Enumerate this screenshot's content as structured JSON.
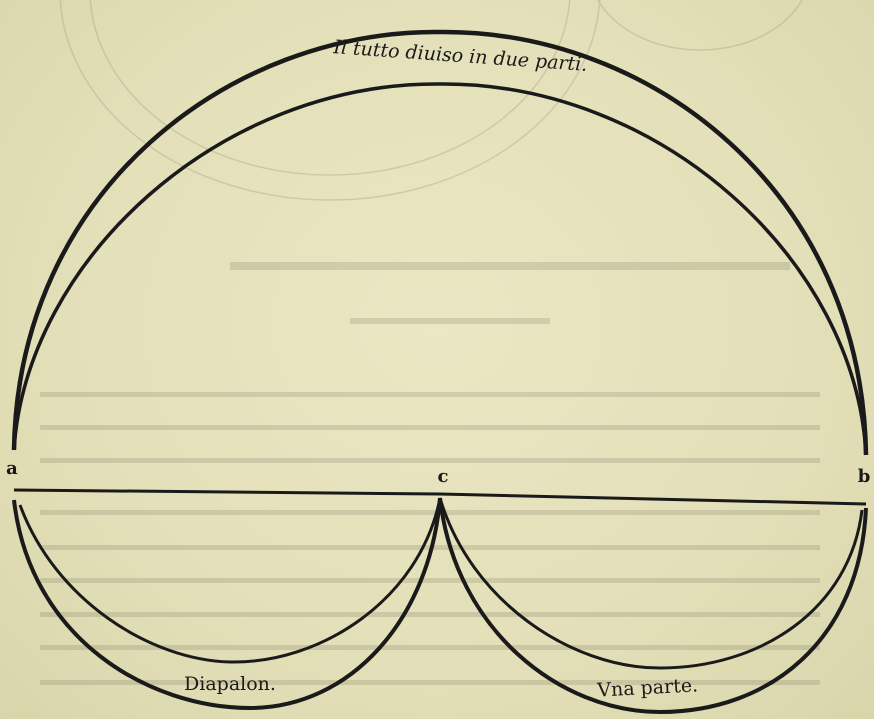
{
  "diagram": {
    "top_arc_label": "Il tutto diuiso in due parti.",
    "point_a": "a",
    "point_b": "b",
    "point_c": "c",
    "left_arc_label": "Diapalon.",
    "right_arc_label": "Vna parte."
  },
  "colors": {
    "paper": "#e6e2bc",
    "ink": "#1a1a1a",
    "bleed_ink": "#7a7660"
  }
}
